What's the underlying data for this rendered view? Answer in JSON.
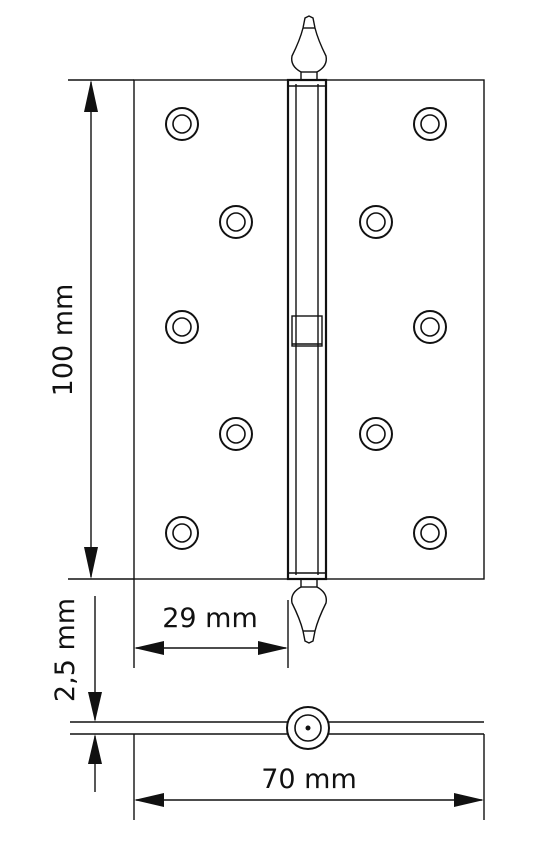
{
  "dimensions": {
    "height_label": "100 mm",
    "knuckle_offset_label": "29 mm",
    "thickness_label": "2,5 mm",
    "width_label": "70 mm"
  }
}
